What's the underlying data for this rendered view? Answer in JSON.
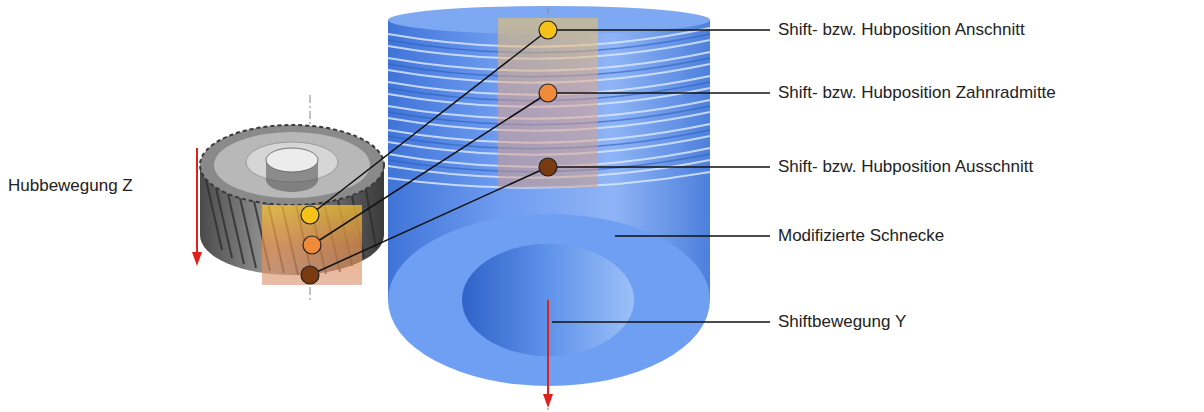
{
  "diagram": {
    "labels": [
      "Hubbewegung Z",
      "Shift- bzw. Hubposition Anschnitt",
      "Shift- bzw. Hubposition Zahnradmitte",
      "Shift- bzw. Hubposition Ausschnitt",
      "Modifizierte Schnecke",
      "Shiftbewegung Y"
    ]
  }
}
